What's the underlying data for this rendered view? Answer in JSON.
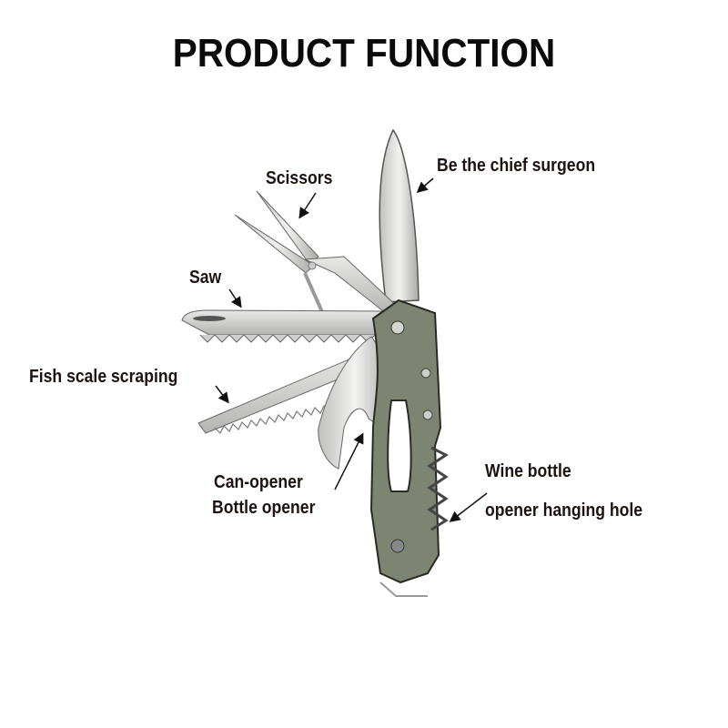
{
  "title": "PRODUCT FUNCTION",
  "labels": {
    "knife": "Be the chief surgeon",
    "scissors": "Scissors",
    "saw": "Saw",
    "fish_scale": "Fish scale scraping",
    "can_opener": "Can-opener",
    "bottle_opener": "Bottle opener",
    "wine_line1": "Wine bottle",
    "wine_line2": "opener hanging hole"
  },
  "colors": {
    "text": "#1e1210",
    "handle": "#7d8572",
    "steel": "#d7d7d5",
    "background": "#ffffff"
  }
}
